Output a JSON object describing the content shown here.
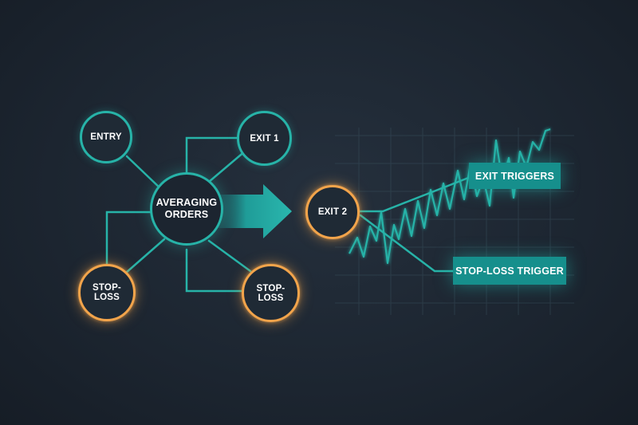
{
  "nodes": {
    "entry": "ENTRY",
    "exit1": "EXIT 1",
    "averaging_line1": "AVERAGING",
    "averaging_line2": "ORDERS",
    "stop_loss_left": "STOP-LOSS",
    "stop_loss_right": "STOP-LOSS",
    "exit2": "EXIT 2"
  },
  "labels": {
    "exit_triggers": "EXIT TRIGGERS",
    "stop_loss_trigger": "STOP-LOSS TRIGGER"
  },
  "colors": {
    "background": "#1c2530",
    "teal": "#27b3a8",
    "orange": "#f2a44b",
    "label_fill": "#168f8c"
  }
}
